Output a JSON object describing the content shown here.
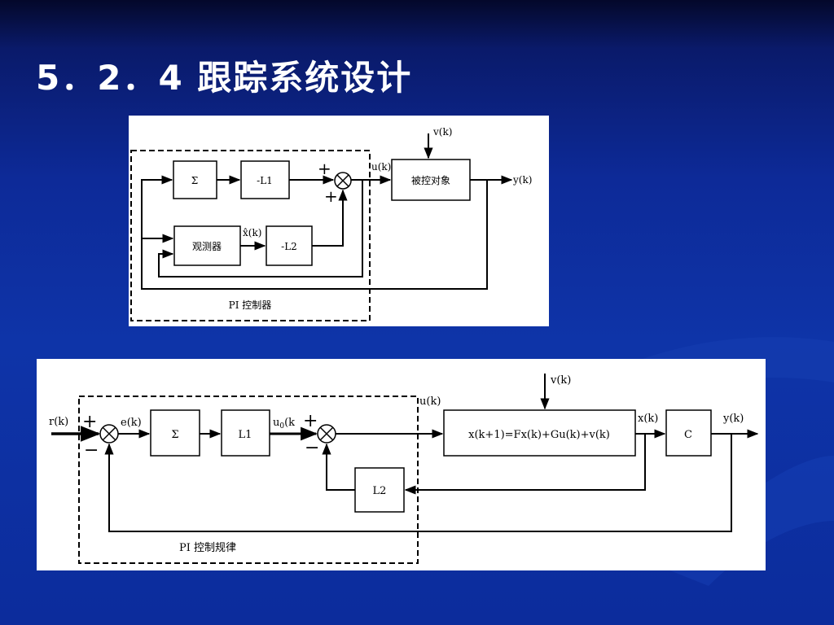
{
  "title": "5．2．4  跟踪系统设计",
  "diagram1": {
    "sigma": "Σ",
    "gain_l1": "-L1",
    "observer": "观测器",
    "gain_l2": "-L2",
    "plant": "被控对象",
    "v": "v(k)",
    "u": "u(k)",
    "y": "y(k)",
    "xhat": "x̂(k)",
    "plus_top": "+",
    "plus_bottom": "+",
    "controller_label": "PI 控制器"
  },
  "diagram2": {
    "r": "r(k)",
    "e": "e(k)",
    "sigma": "Σ",
    "gain_l1": "L1",
    "u0_base": "u",
    "u0_sub": "0",
    "u0_tail": "(k",
    "gain_l2": "L2",
    "plant": "x(k+1)=Fx(k)+Gu(k)+v(k)",
    "c": "C",
    "v": "v(k)",
    "u": "u(k)",
    "x": "x(k)",
    "y": "y(k)",
    "plus1": "+",
    "minus1": "−",
    "plus2": "+",
    "minus2": "−",
    "controller_label": "PI 控制规律"
  }
}
